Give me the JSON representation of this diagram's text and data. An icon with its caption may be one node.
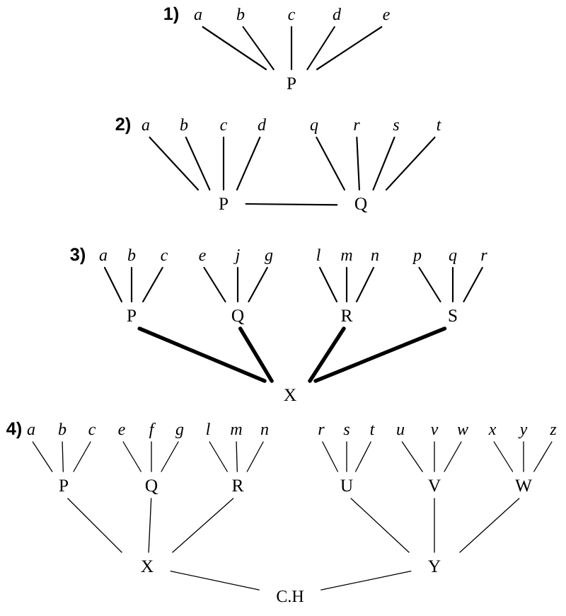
{
  "diagram": {
    "nodes": [
      {
        "text": [
          "a"
        ]
      },
      {
        "text": [
          "b"
        ]
      },
      {
        "text": [
          "c"
        ]
      },
      {
        "text": [
          "d"
        ]
      },
      {
        "text": [
          "e"
        ]
      },
      {
        "text": [
          "P"
        ]
      },
      {
        "text": [
          "a"
        ]
      },
      {
        "text": [
          "b"
        ]
      },
      {
        "text": [
          "c"
        ]
      },
      {
        "text": [
          "d"
        ]
      },
      {
        "text": [
          "q"
        ]
      },
      {
        "text": [
          "r"
        ]
      },
      {
        "text": [
          "s"
        ]
      },
      {
        "text": [
          "t"
        ]
      },
      {
        "text": [
          "P"
        ]
      },
      {
        "text": [
          "Q"
        ]
      },
      {
        "text": [
          "a"
        ]
      },
      {
        "text": [
          "b"
        ]
      },
      {
        "text": [
          "c"
        ]
      },
      {
        "text": [
          "e"
        ]
      },
      {
        "text": [
          "j"
        ]
      },
      {
        "text": [
          "g"
        ]
      },
      {
        "text": [
          "l"
        ]
      },
      {
        "text": [
          "m"
        ]
      },
      {
        "text": [
          "n"
        ]
      },
      {
        "text": [
          "p"
        ]
      },
      {
        "text": [
          "q"
        ]
      },
      {
        "text": [
          "r"
        ]
      },
      {
        "text": [
          "P"
        ]
      },
      {
        "text": [
          "Q"
        ]
      },
      {
        "text": [
          "R"
        ]
      },
      {
        "text": [
          "S"
        ]
      },
      {
        "text": [
          "X"
        ]
      },
      {
        "text": [
          "a"
        ]
      },
      {
        "text": [
          "b"
        ]
      },
      {
        "text": [
          "c"
        ]
      },
      {
        "text": [
          "e"
        ]
      },
      {
        "text": [
          "f"
        ]
      },
      {
        "text": [
          "g"
        ]
      },
      {
        "text": [
          "l"
        ]
      },
      {
        "text": [
          "m"
        ]
      },
      {
        "text": [
          "n"
        ]
      },
      {
        "text": [
          "r"
        ]
      },
      {
        "text": [
          "s"
        ]
      },
      {
        "text": [
          "t"
        ]
      },
      {
        "text": [
          "u"
        ]
      },
      {
        "text": [
          "v"
        ]
      },
      {
        "text": [
          "w"
        ]
      },
      {
        "text": [
          "x"
        ]
      },
      {
        "text": [
          "y"
        ]
      },
      {
        "text": [
          "z"
        ]
      },
      {
        "text": [
          "P"
        ]
      },
      {
        "text": [
          "Q"
        ]
      },
      {
        "text": [
          "R"
        ]
      },
      {
        "text": [
          "U"
        ]
      },
      {
        "text": [
          "V"
        ]
      },
      {
        "text": [
          "W"
        ]
      },
      {
        "text": [
          "X"
        ]
      },
      {
        "text": [
          "Y"
        ]
      },
      {
        "text": [
          "C.H"
        ]
      }
    ],
    "edges": [
      {
        "from": 0,
        "to": 5,
        "arrow": "none"
      },
      {
        "from": 1,
        "to": 5,
        "arrow": "none"
      },
      {
        "from": 2,
        "to": 5,
        "arrow": "none"
      },
      {
        "from": 3,
        "to": 5,
        "arrow": "none"
      },
      {
        "from": 4,
        "to": 5,
        "arrow": "none"
      },
      {
        "from": 6,
        "to": 14,
        "arrow": "none"
      },
      {
        "from": 7,
        "to": 14,
        "arrow": "none"
      },
      {
        "from": 8,
        "to": 14,
        "arrow": "none"
      },
      {
        "from": 9,
        "to": 14,
        "arrow": "none"
      },
      {
        "from": 10,
        "to": 15,
        "arrow": "none"
      },
      {
        "from": 11,
        "to": 15,
        "arrow": "none"
      },
      {
        "from": 12,
        "to": 15,
        "arrow": "none"
      },
      {
        "from": 13,
        "to": 15,
        "arrow": "none"
      },
      {
        "from": 14,
        "to": 15,
        "arrow": "none"
      },
      {
        "from": 16,
        "to": 28,
        "arrow": "none"
      },
      {
        "from": 17,
        "to": 28,
        "arrow": "none"
      },
      {
        "from": 18,
        "to": 28,
        "arrow": "none"
      },
      {
        "from": 19,
        "to": 29,
        "arrow": "none"
      },
      {
        "from": 20,
        "to": 29,
        "arrow": "none"
      },
      {
        "from": 21,
        "to": 29,
        "arrow": "none"
      },
      {
        "from": 22,
        "to": 30,
        "arrow": "none"
      },
      {
        "from": 23,
        "to": 30,
        "arrow": "none"
      },
      {
        "from": 24,
        "to": 30,
        "arrow": "none"
      },
      {
        "from": 25,
        "to": 31,
        "arrow": "none"
      },
      {
        "from": 26,
        "to": 31,
        "arrow": "none"
      },
      {
        "from": 27,
        "to": 31,
        "arrow": "none"
      },
      {
        "from": 28,
        "to": 32,
        "arrow": "none",
        "style": "thick"
      },
      {
        "from": 29,
        "to": 32,
        "arrow": "none",
        "style": "thick"
      },
      {
        "from": 30,
        "to": 32,
        "arrow": "none",
        "style": "thick"
      },
      {
        "from": 31,
        "to": 32,
        "arrow": "none",
        "style": "thick"
      },
      {
        "from": 33,
        "to": 51,
        "arrow": "none"
      },
      {
        "from": 34,
        "to": 51,
        "arrow": "none"
      },
      {
        "from": 35,
        "to": 51,
        "arrow": "none"
      },
      {
        "from": 36,
        "to": 52,
        "arrow": "none"
      },
      {
        "from": 37,
        "to": 52,
        "arrow": "none"
      },
      {
        "from": 38,
        "to": 52,
        "arrow": "none"
      },
      {
        "from": 39,
        "to": 53,
        "arrow": "none"
      },
      {
        "from": 40,
        "to": 53,
        "arrow": "none"
      },
      {
        "from": 41,
        "to": 53,
        "arrow": "none"
      },
      {
        "from": 42,
        "to": 54,
        "arrow": "none"
      },
      {
        "from": 43,
        "to": 54,
        "arrow": "none"
      },
      {
        "from": 44,
        "to": 54,
        "arrow": "none"
      },
      {
        "from": 45,
        "to": 55,
        "arrow": "none"
      },
      {
        "from": 46,
        "to": 55,
        "arrow": "none"
      },
      {
        "from": 47,
        "to": 55,
        "arrow": "none"
      },
      {
        "from": 48,
        "to": 56,
        "arrow": "none"
      },
      {
        "from": 49,
        "to": 56,
        "arrow": "none"
      },
      {
        "from": 50,
        "to": 56,
        "arrow": "none"
      },
      {
        "from": 51,
        "to": 57,
        "arrow": "none"
      },
      {
        "from": 52,
        "to": 57,
        "arrow": "none"
      },
      {
        "from": 53,
        "to": 57,
        "arrow": "none"
      },
      {
        "from": 54,
        "to": 58,
        "arrow": "none"
      },
      {
        "from": 55,
        "to": 58,
        "arrow": "none"
      },
      {
        "from": 56,
        "to": 58,
        "arrow": "none"
      },
      {
        "from": 57,
        "to": 59,
        "arrow": "none"
      },
      {
        "from": 58,
        "to": 59,
        "arrow": "none"
      }
    ],
    "labels": [
      "1)",
      "2)",
      "3)",
      "4)"
    ]
  }
}
